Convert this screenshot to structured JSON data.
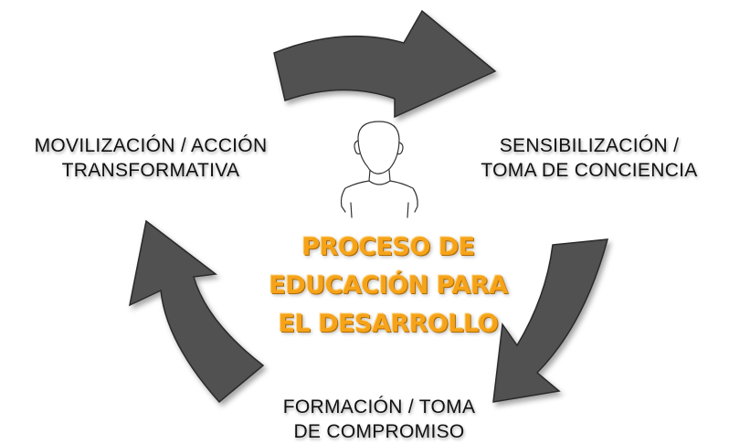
{
  "colors": {
    "arrow_fill": "#515151",
    "arrow_stroke": "#2b2b2b",
    "title_color": "#f5a31a",
    "label_color": "#111111"
  },
  "center_title": [
    "PROCESO DE",
    "EDUCACIÓN PARA",
    "EL DESARROLLO"
  ],
  "stages": {
    "right": [
      "SENSIBILIZACIÓN /",
      "TOMA DE CONCIENCIA"
    ],
    "bottom": [
      "FORMACIÓN / TOMA",
      "DE COMPROMISO"
    ],
    "left": [
      "MOVILIZACIÓN / ACCIÓN",
      "TRANSFORMATIVA"
    ]
  },
  "icons": [
    "person-sketch-icon",
    "arrow-top-icon",
    "arrow-right-icon",
    "arrow-left-icon"
  ]
}
